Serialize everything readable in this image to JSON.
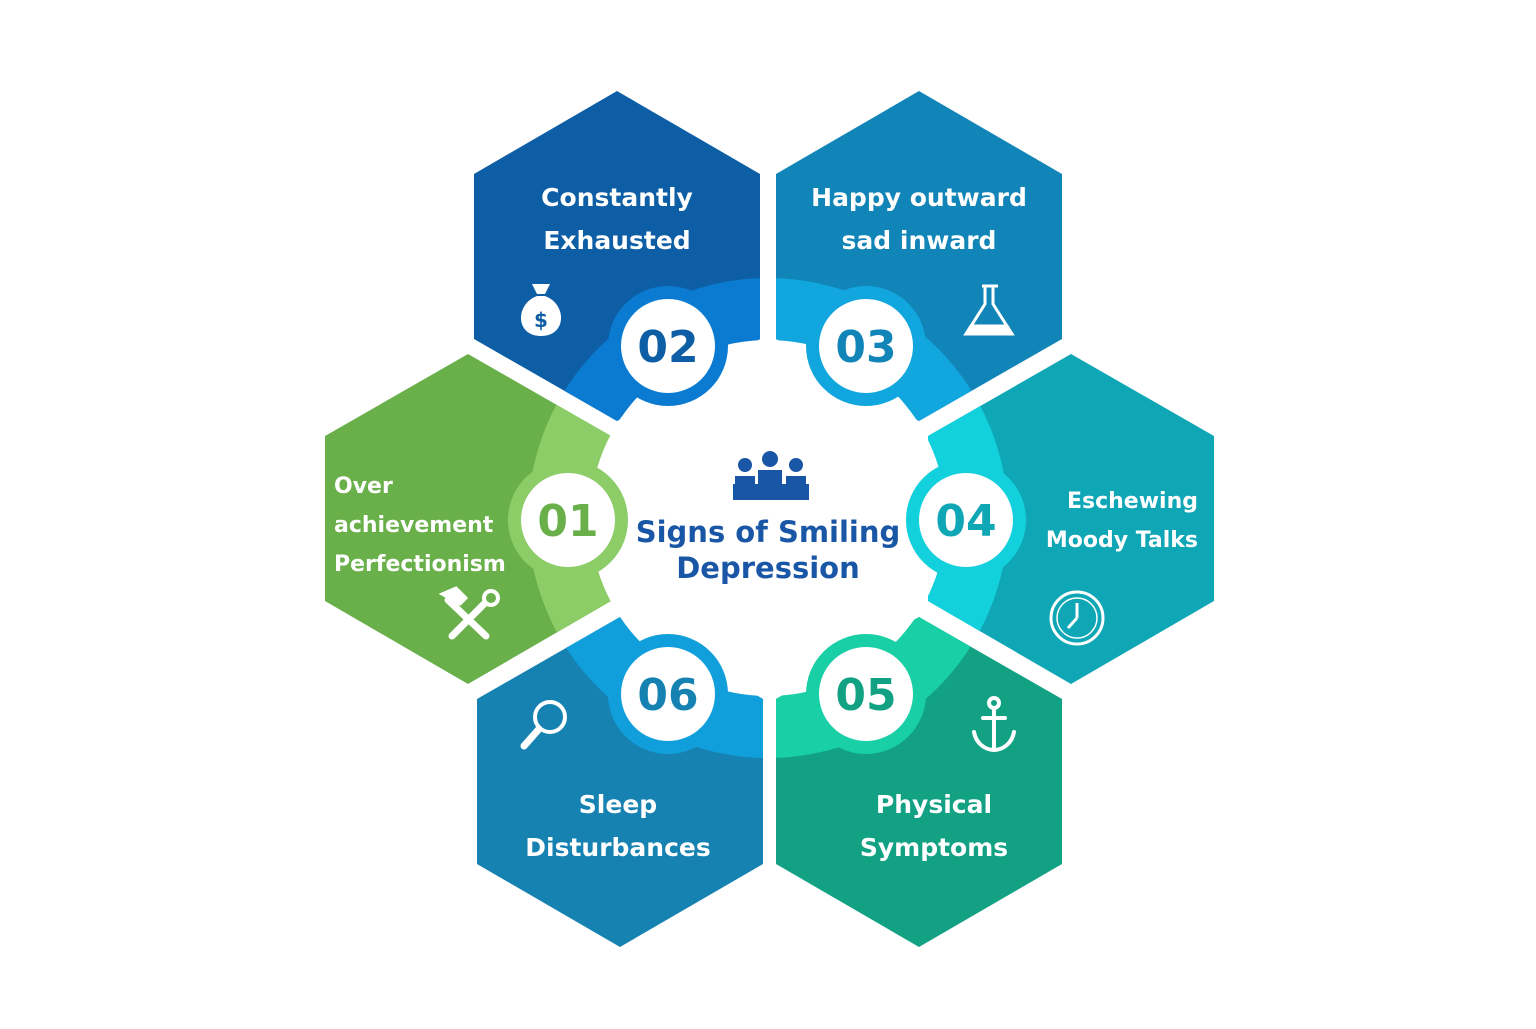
{
  "diagram": {
    "center": {
      "title_line1": "Signs of Smiling",
      "title_line2": "Depression",
      "icon": "meeting-people-icon"
    },
    "segments": [
      {
        "number": "01",
        "line1": "Over",
        "line2": "achievement",
        "line3": "Perfectionism",
        "icon": "tools-icon",
        "color": "#69b04a",
        "accent": "#8ccd67"
      },
      {
        "number": "02",
        "line1": "Constantly",
        "line2": "Exhausted",
        "icon": "money-bag-icon",
        "color": "#0d5ea4",
        "accent": "#0a7bd1"
      },
      {
        "number": "03",
        "line1": "Happy outward",
        "line2": "sad inward",
        "icon": "flask-icon",
        "color": "#1185b8",
        "accent": "#12a6df"
      },
      {
        "number": "04",
        "line1": "Eschewing",
        "line2": "Moody Talks",
        "icon": "clock-icon",
        "color": "#0fa6b5",
        "accent": "#12d0dc"
      },
      {
        "number": "05",
        "line1": "Physical",
        "line2": "Symptoms",
        "icon": "anchor-icon",
        "color": "#13a184",
        "accent": "#18cfa6"
      },
      {
        "number": "06",
        "line1": "Sleep",
        "line2": "Disturbances",
        "icon": "magnifier-icon",
        "color": "#1582b2",
        "accent": "#119fdc"
      }
    ]
  }
}
